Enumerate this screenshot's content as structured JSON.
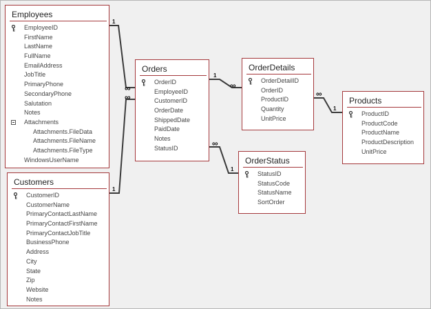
{
  "tables": [
    {
      "id": "employees",
      "title": "Employees",
      "fields": [
        {
          "label": "EmployeeID",
          "icon": "key-icon"
        },
        {
          "label": "FirstName"
        },
        {
          "label": "LastName"
        },
        {
          "label": "FullName"
        },
        {
          "label": "EmailAddress"
        },
        {
          "label": "JobTitle"
        },
        {
          "label": "PrimaryPhone"
        },
        {
          "label": "SecondaryPhone"
        },
        {
          "label": "Salutation"
        },
        {
          "label": "Notes"
        },
        {
          "label": "Attachments",
          "icon": "collapse-icon"
        },
        {
          "label": "Attachments.FileData",
          "indent": true
        },
        {
          "label": "Attachments.FileName",
          "indent": true
        },
        {
          "label": "Attachments.FileType",
          "indent": true
        },
        {
          "label": "WindowsUserName"
        }
      ]
    },
    {
      "id": "customers",
      "title": "Customers",
      "fields": [
        {
          "label": "CustomerID",
          "icon": "key-icon"
        },
        {
          "label": "CustomerName"
        },
        {
          "label": "PrimaryContactLastName"
        },
        {
          "label": "PrimaryContactFirstName"
        },
        {
          "label": "PrimaryContactJobTitle"
        },
        {
          "label": "BusinessPhone"
        },
        {
          "label": "Address"
        },
        {
          "label": "City"
        },
        {
          "label": "State"
        },
        {
          "label": "Zip"
        },
        {
          "label": "Website"
        },
        {
          "label": "Notes"
        }
      ]
    },
    {
      "id": "orders",
      "title": "Orders",
      "fields": [
        {
          "label": "OrderID",
          "icon": "key-icon"
        },
        {
          "label": "EmployeeID"
        },
        {
          "label": "CustomerID"
        },
        {
          "label": "OrderDate"
        },
        {
          "label": "ShippedDate"
        },
        {
          "label": "PaidDate"
        },
        {
          "label": "Notes"
        },
        {
          "label": "StatusID"
        }
      ]
    },
    {
      "id": "orderdetails",
      "title": "OrderDetails",
      "fields": [
        {
          "label": "OrderDetailID",
          "icon": "key-icon"
        },
        {
          "label": "OrderID"
        },
        {
          "label": "ProductID"
        },
        {
          "label": "Quantity"
        },
        {
          "label": "UnitPrice"
        }
      ]
    },
    {
      "id": "orderstatus",
      "title": "OrderStatus",
      "fields": [
        {
          "label": "StatusID",
          "icon": "key-icon"
        },
        {
          "label": "StatusCode"
        },
        {
          "label": "StatusName"
        },
        {
          "label": "SortOrder"
        }
      ]
    },
    {
      "id": "products",
      "title": "Products",
      "fields": [
        {
          "label": "ProductID",
          "icon": "key-icon"
        },
        {
          "label": "ProductCode"
        },
        {
          "label": "ProductName"
        },
        {
          "label": "ProductDescription"
        },
        {
          "label": "UnitPrice"
        }
      ]
    }
  ],
  "relationships": [
    {
      "from": "employees",
      "to": "orders",
      "from_card": "1",
      "to_card": "∞"
    },
    {
      "from": "customers",
      "to": "orders",
      "from_card": "1",
      "to_card": "∞"
    },
    {
      "from": "orders",
      "to": "orderdetails",
      "from_card": "1",
      "to_card": "∞"
    },
    {
      "from": "orderdetails",
      "to": "products",
      "from_card": "∞",
      "to_card": "1"
    },
    {
      "from": "orders",
      "to": "orderstatus",
      "from_card": "∞",
      "to_card": "1"
    }
  ],
  "colors": {
    "table_border": "#a4373a",
    "line": "#3a3a3a",
    "background": "#f0f0f0"
  }
}
